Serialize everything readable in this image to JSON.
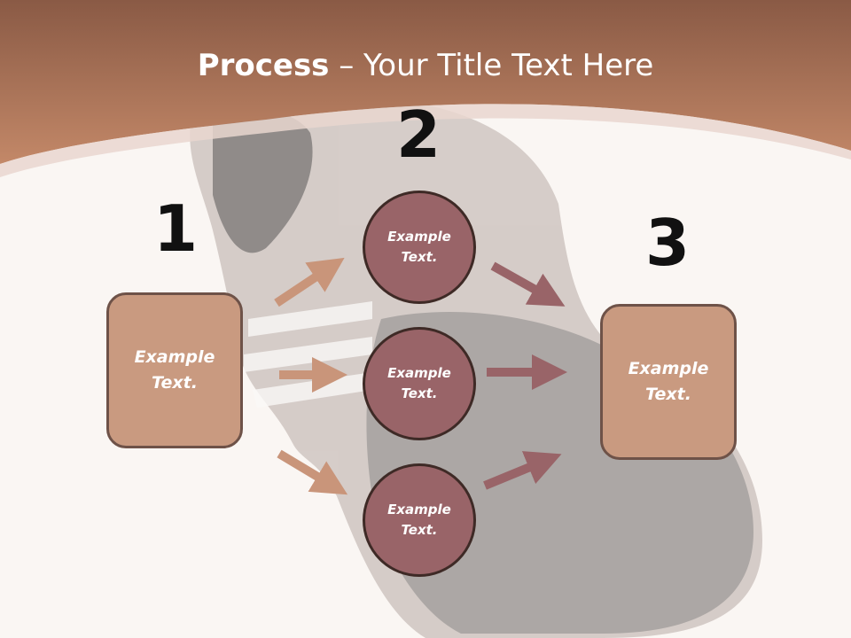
{
  "slide": {
    "title_bold": "Process",
    "title_rest": " – Your Title Text Here",
    "numbers": {
      "step1": "1",
      "step2": "2",
      "step3": "3"
    },
    "left_box": {
      "label": "Example\nText."
    },
    "right_box": {
      "label": "Example\nText."
    },
    "circles": [
      {
        "label": "Example\nText."
      },
      {
        "label": "Example\nText."
      },
      {
        "label": "Example\nText."
      }
    ],
    "colors": {
      "header_brown": "#b87d60",
      "box_fill": "#c99a80",
      "circle_fill": "#996468",
      "arrow_left": "#c9957a",
      "arrow_right": "#996468"
    }
  }
}
